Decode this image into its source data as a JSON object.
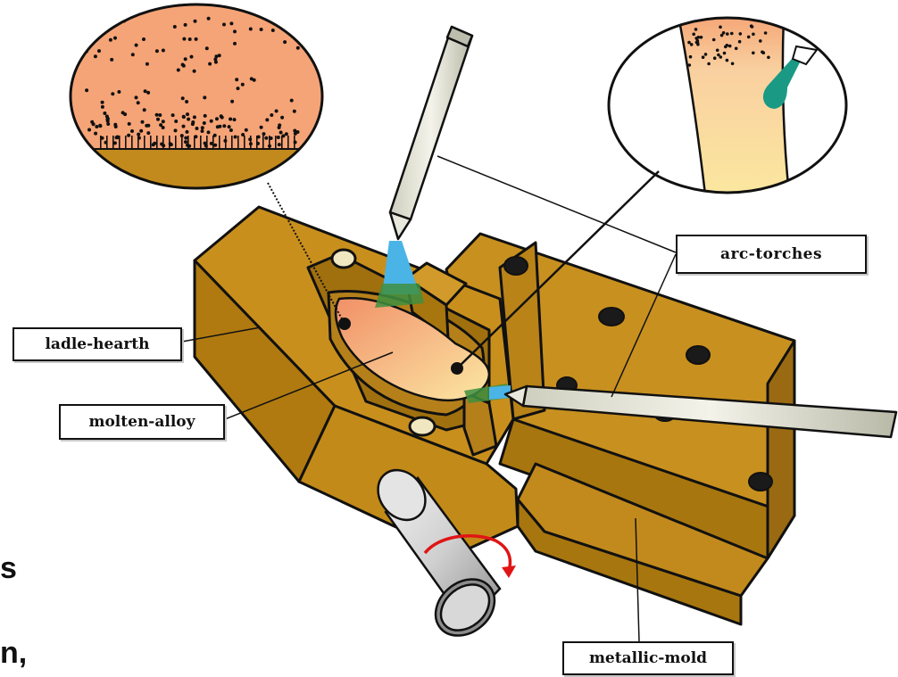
{
  "labels": {
    "ladle_hearth": "ladle-hearth",
    "molten_alloy": "molten-alloy",
    "arc_torches": "arc-torches",
    "metallic_mold": "metallic-mold"
  },
  "text_fragments": [
    "s",
    "n,"
  ],
  "colors": {
    "bronze": "#c7901f",
    "bronze_dark": "#9a6a12",
    "bronze_side": "#a8760f",
    "melt_hot": "#f3a070",
    "melt_cool": "#f8e29a",
    "arc_blue": "#4ab4e6",
    "arc_green": "#3f8f3f",
    "teal": "#1a9a84",
    "rod": "#d9d9cc",
    "rotation_arrow": "#e01515"
  },
  "icons": [
    "rotation-arrow-icon"
  ]
}
